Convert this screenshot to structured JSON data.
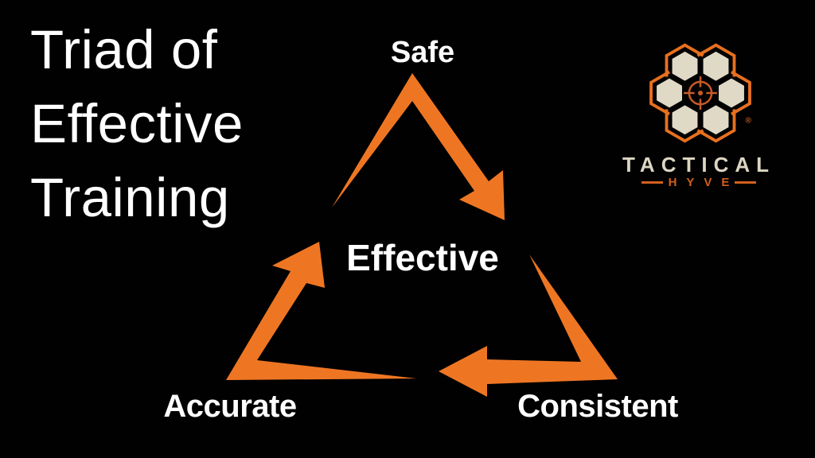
{
  "title": {
    "lines": [
      "Triad of",
      "Effective",
      "Training"
    ]
  },
  "diagram": {
    "type": "cycle-triangle",
    "flow": [
      "Safe",
      "Consistent",
      "Accurate"
    ],
    "labels": {
      "top": "Safe",
      "center": "Effective",
      "bottom_left": "Accurate",
      "bottom_right": "Consistent"
    }
  },
  "logo": {
    "brand_top": "TACTICAL",
    "brand_bottom": "HYVE",
    "registered_mark": "®"
  },
  "colors": {
    "background": "#010101",
    "arrow_orange": "#EE7623",
    "logo_orange": "#E8701E",
    "crosshair_orange": "#C75A28",
    "hyve_orange": "#D2601F",
    "hex_cream": "#DFD9C6",
    "text_white": "#FFFFFF"
  }
}
